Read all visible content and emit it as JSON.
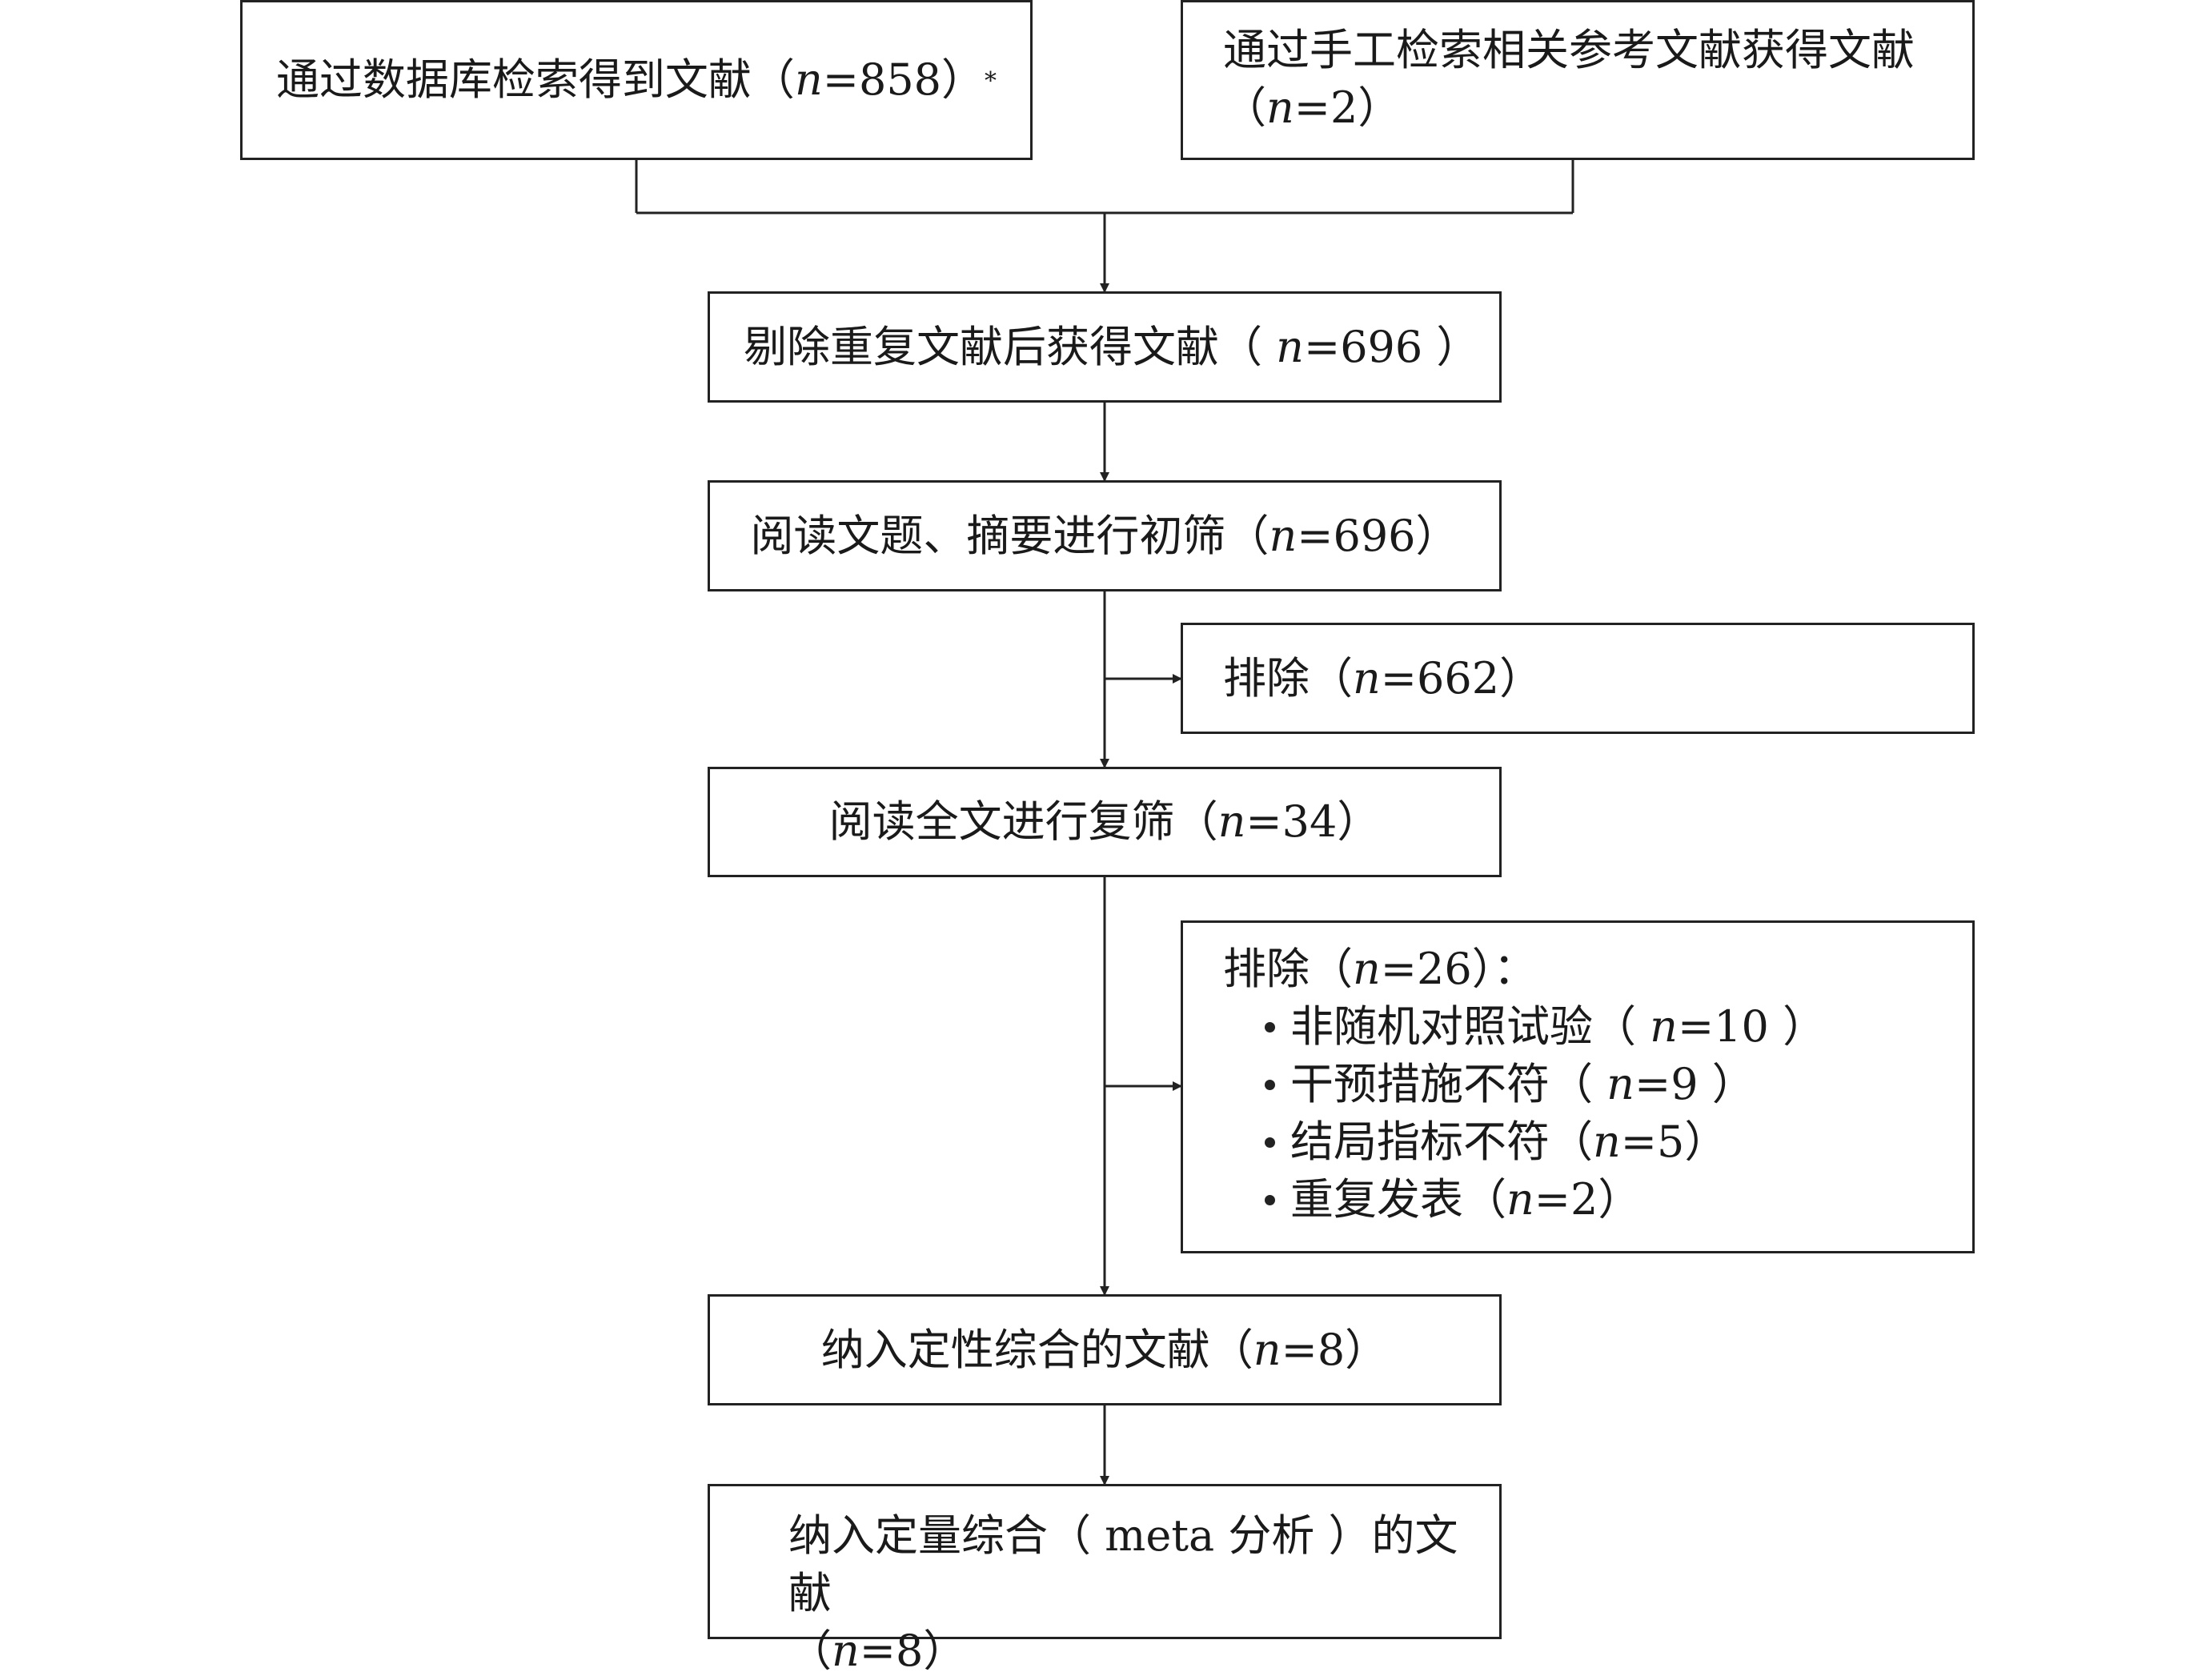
{
  "nodes": {
    "db_search": {
      "text": "通过数据库检索得到文献（",
      "n": "n",
      "val": "=858）",
      "sup": "*"
    },
    "manual_search": {
      "line1": "通过手工检索相关参考文献获得文献",
      "open": "（",
      "n": "n",
      "val": "=2）"
    },
    "dedup": {
      "text": "剔除重复文献后获得文献（ ",
      "n": "n",
      "val": "=696 ）"
    },
    "title_screen": {
      "text": "阅读文题、摘要进行初筛（",
      "n": "n",
      "val": "=696）"
    },
    "exclude1": {
      "text": "排除（",
      "n": "n",
      "val": "=662）"
    },
    "fulltext": {
      "text": "阅读全文进行复筛（",
      "n": "n",
      "val": "=34）"
    },
    "exclude2": {
      "text": "排除（",
      "n": "n",
      "val": "=26）：",
      "items": [
        {
          "text": "非随机对照试验（ ",
          "n": "n",
          "val": "=10 ）"
        },
        {
          "text": "干预措施不符（ ",
          "n": "n",
          "val": "=9 ）"
        },
        {
          "text": "结局指标不符（",
          "n": "n",
          "val": "=5）"
        },
        {
          "text": "重复发表（",
          "n": "n",
          "val": "=2）"
        }
      ]
    },
    "qualitative": {
      "text": "纳入定性综合的文献（",
      "n": "n",
      "val": "=8）"
    },
    "quantitative": {
      "line1": "纳入定量综合（ meta 分析 ）的文献",
      "open": "（",
      "n": "n",
      "val": "=8）"
    }
  }
}
